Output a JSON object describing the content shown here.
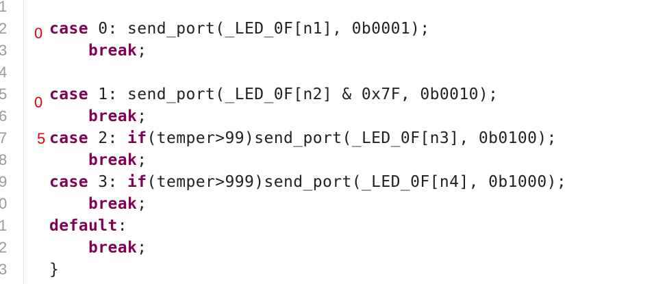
{
  "editor": {
    "lines": [
      {
        "number": "1",
        "marker": "",
        "parts": []
      },
      {
        "number": "2",
        "marker": "0",
        "parts": [
          {
            "t": "kw",
            "s": "case"
          },
          {
            "t": "tx",
            "s": " 0: send_port(_LED_0F[n1], 0b0001);"
          }
        ]
      },
      {
        "number": "3",
        "marker": "",
        "parts": [
          {
            "t": "tx",
            "s": "    "
          },
          {
            "t": "kw",
            "s": "break"
          },
          {
            "t": "tx",
            "s": ";"
          }
        ]
      },
      {
        "number": "4",
        "marker": "",
        "parts": []
      },
      {
        "number": "5",
        "marker": "0",
        "parts": [
          {
            "t": "kw",
            "s": "case"
          },
          {
            "t": "tx",
            "s": " 1: send_port(_LED_0F[n2] & 0x7F, 0b0010);"
          }
        ]
      },
      {
        "number": "6",
        "marker": "",
        "parts": [
          {
            "t": "tx",
            "s": "    "
          },
          {
            "t": "kw",
            "s": "break"
          },
          {
            "t": "tx",
            "s": ";"
          }
        ]
      },
      {
        "number": "7",
        "marker": "5",
        "parts": [
          {
            "t": "kw",
            "s": "case"
          },
          {
            "t": "tx",
            "s": " 2: "
          },
          {
            "t": "kw",
            "s": "if"
          },
          {
            "t": "tx",
            "s": "(temper>99)send_port(_LED_0F[n3], 0b0100);"
          }
        ]
      },
      {
        "number": "8",
        "marker": "",
        "parts": [
          {
            "t": "tx",
            "s": "    "
          },
          {
            "t": "kw",
            "s": "break"
          },
          {
            "t": "tx",
            "s": ";"
          }
        ]
      },
      {
        "number": "9",
        "marker": "",
        "parts": [
          {
            "t": "kw",
            "s": "case"
          },
          {
            "t": "tx",
            "s": " 3: "
          },
          {
            "t": "kw",
            "s": "if"
          },
          {
            "t": "tx",
            "s": "(temper>999)send_port(_LED_0F[n4], 0b1000);"
          }
        ]
      },
      {
        "number": "0",
        "marker": "",
        "parts": [
          {
            "t": "tx",
            "s": "    "
          },
          {
            "t": "kw",
            "s": "break"
          },
          {
            "t": "tx",
            "s": ";"
          }
        ]
      },
      {
        "number": "1",
        "marker": "",
        "parts": [
          {
            "t": "kw",
            "s": "default"
          },
          {
            "t": "tx",
            "s": ":"
          }
        ]
      },
      {
        "number": "2",
        "marker": "",
        "parts": [
          {
            "t": "tx",
            "s": "    "
          },
          {
            "t": "kw",
            "s": "break"
          },
          {
            "t": "tx",
            "s": ";"
          }
        ]
      },
      {
        "number": "3",
        "marker": "",
        "parts": [
          {
            "t": "tx",
            "s": "}"
          }
        ]
      }
    ],
    "keyword_color": "#7f0055",
    "text_color": "#222222",
    "marker_color": "#e8000b",
    "line_number_color": "#9a9a9a"
  }
}
